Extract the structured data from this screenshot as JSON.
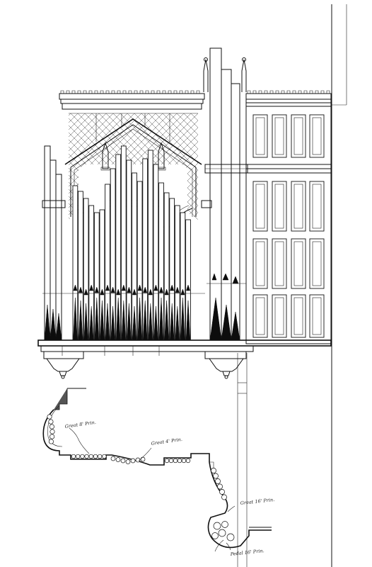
{
  "drawing": {
    "annotations": {
      "great_8_prin": "Great 8' Prin.",
      "great_4_prin": "Great 4' Prin.",
      "great_16_prin": "Great 16' Prin.",
      "pedal_16_prin": "Pedal 16' Prin."
    },
    "colors": {
      "ink": "#111111",
      "paper": "#ffffff",
      "pipe_mouth": "#0d0d0d"
    }
  }
}
